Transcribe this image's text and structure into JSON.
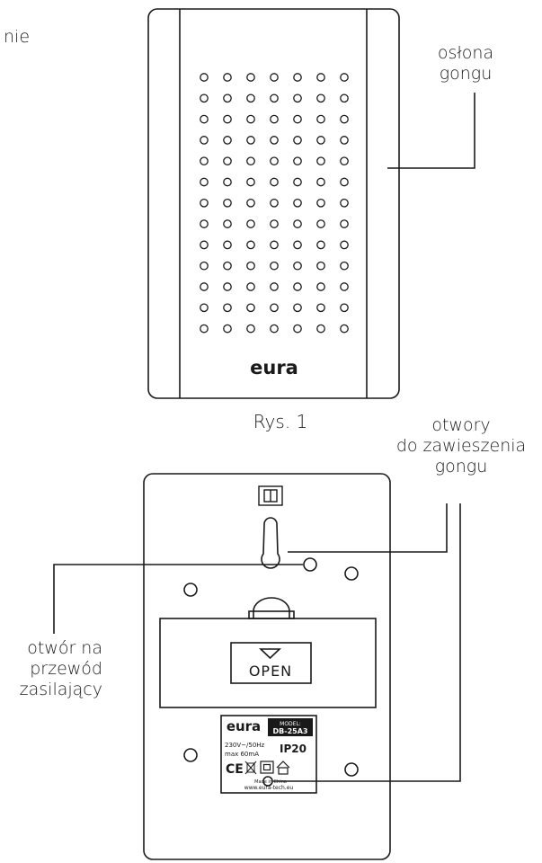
{
  "corner_fragment": "nie",
  "figure_caption": "Rys. 1",
  "callouts": {
    "cover": [
      "osłona",
      "gongu"
    ],
    "mount_holes": [
      "otwory",
      "do zawieszenia",
      "gongu"
    ],
    "cable_hole": [
      "otwór na",
      "przewód",
      "zasilający"
    ]
  },
  "front_logo": "eura",
  "battery_cover": "OPEN",
  "rating_label": {
    "brand": "eura",
    "model_caption": "MODEL:",
    "model": "DB-25A3",
    "voltage": "230V~/50Hz",
    "current": "max 60mA",
    "ip_rating": "IP20",
    "ce_mark": "CE",
    "made_in": "Made in China",
    "website": "www.eura-tech.eu"
  },
  "colors": {
    "line": "#1a1a1a",
    "label_bg": "#1a1a1a",
    "label_text": "#ffffff"
  }
}
